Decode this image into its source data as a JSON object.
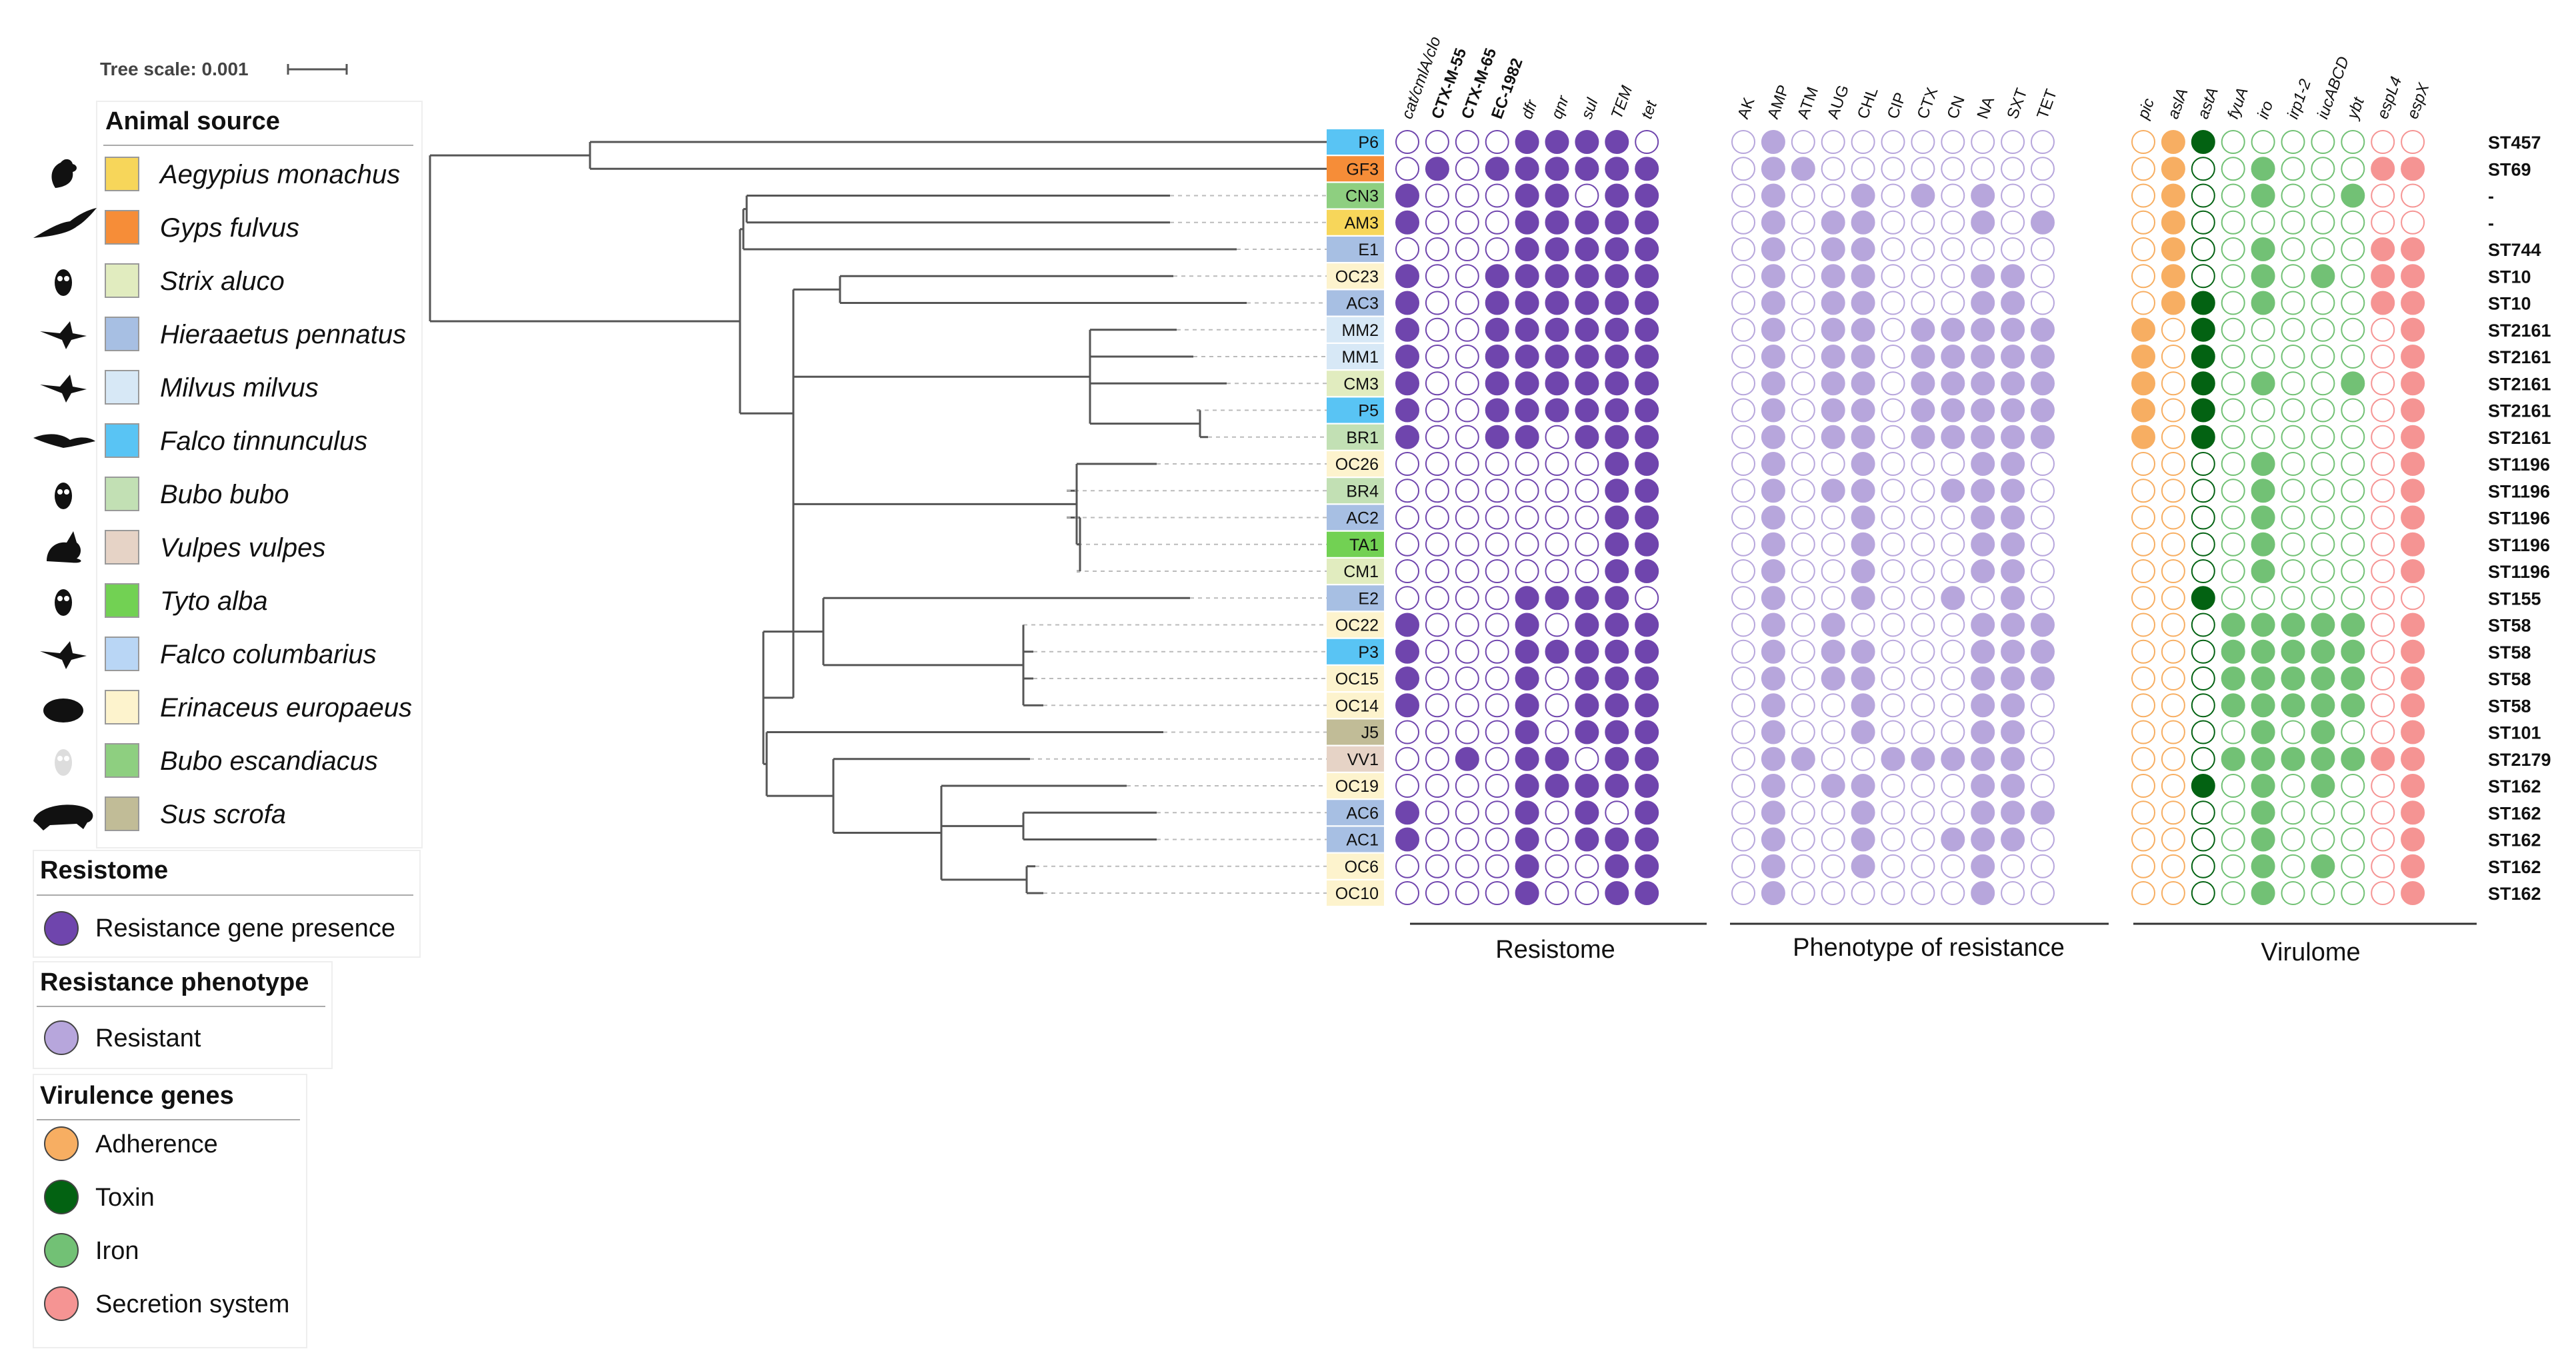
{
  "tree_scale": "Tree scale: 0.001",
  "animal_source": {
    "title": "Animal source",
    "items": [
      {
        "name": "Aegypius monachus",
        "color": "#f7d65a",
        "icon": "vulture-silhouette-icon"
      },
      {
        "name": "Gyps fulvus",
        "color": "#f68d38",
        "icon": "soaring-vulture-icon"
      },
      {
        "name": "Strix aluco",
        "color": "#e1ecbf",
        "icon": "owl-icon"
      },
      {
        "name": "Hieraaetus pennatus",
        "color": "#a7bfe3",
        "icon": "eagle-icon"
      },
      {
        "name": "Milvus milvus",
        "color": "#d7e8f6",
        "icon": "kite-icon"
      },
      {
        "name": "Falco tinnunculus",
        "color": "#59c4f4",
        "icon": "falcon-icon"
      },
      {
        "name": "Bubo bubo",
        "color": "#c2e0b4",
        "icon": "eagle-owl-icon"
      },
      {
        "name": "Vulpes vulpes",
        "color": "#e6d3c6",
        "icon": "fox-icon"
      },
      {
        "name": "Tyto alba",
        "color": "#72d153",
        "icon": "barn-owl-icon"
      },
      {
        "name": "Falco columbarius",
        "color": "#b9d6f5",
        "icon": "merlin-icon"
      },
      {
        "name": "Erinaceus europaeus",
        "color": "#fdf3cd",
        "icon": "hedgehog-icon"
      },
      {
        "name": "Bubo escandiacus",
        "color": "#8ecf80",
        "icon": "snowy-owl-icon"
      },
      {
        "name": "Sus scrofa",
        "color": "#c1bc97",
        "icon": "boar-icon"
      }
    ]
  },
  "resistome_legend": {
    "title": "Resistome",
    "item": "Resistance gene presence",
    "color": "#6f45ad"
  },
  "phenotype_legend": {
    "title": "Resistance phenotype",
    "item": "Resistant",
    "color": "#b7a6dc"
  },
  "virulence_legend": {
    "title": "Virulence genes",
    "items": [
      {
        "label": "Adherence",
        "color": "#f7ae62"
      },
      {
        "label": "Toxin",
        "color": "#036212"
      },
      {
        "label": "Iron",
        "color": "#72c175"
      },
      {
        "label": "Secretion system",
        "color": "#f59493"
      }
    ]
  },
  "groups": {
    "resistome": "Resistome",
    "phenotype": "Phenotype of resistance",
    "virulome": "Virulome"
  },
  "columns": {
    "resistome": [
      "cat/cmlA/clo",
      "CTX-M-55",
      "CTX-M-65",
      "EC-1982",
      "dfr",
      "qnr",
      "sul",
      "TEM",
      "tet"
    ],
    "phenotype": [
      "AK",
      "AMP",
      "ATM",
      "AUG",
      "CHL",
      "CIP",
      "CTX",
      "CN",
      "NA",
      "SXT",
      "TET"
    ],
    "virulome": [
      "pic",
      "aslA",
      "astA",
      "fyuA",
      "iro",
      "irp1-2",
      "iucABCD",
      "ybt",
      "espL4",
      "espX"
    ],
    "virulome_types": [
      "Adherence",
      "Adherence",
      "Toxin",
      "Iron",
      "Iron",
      "Iron",
      "Iron",
      "Iron",
      "Secretion system",
      "Secretion system"
    ]
  },
  "isolates": [
    {
      "id": "P6",
      "host": "Falco tinnunculus",
      "st": "ST457",
      "res": "000011110",
      "phe": "01000000000",
      "vir": "0110000000"
    },
    {
      "id": "GF3",
      "host": "Gyps fulvus",
      "st": "ST69",
      "res": "010111111",
      "phe": "01100000000",
      "vir": "0100100011"
    },
    {
      "id": "CN3",
      "host": "Bubo escandiacus",
      "st": "-",
      "res": "100011011",
      "phe": "01001010100",
      "vir": "0100100100"
    },
    {
      "id": "AM3",
      "host": "Aegypius monachus",
      "st": "-",
      "res": "100011111",
      "phe": "01011000101",
      "vir": "0100000000"
    },
    {
      "id": "E1",
      "host": "Hieraaetus pennatus",
      "st": "ST744",
      "res": "000011111",
      "phe": "01011000000",
      "vir": "0100100011"
    },
    {
      "id": "OC23",
      "host": "Erinaceus europaeus",
      "st": "ST10",
      "res": "100111111",
      "phe": "01011000110",
      "vir": "0100101011"
    },
    {
      "id": "AC3",
      "host": "Hieraaetus pennatus",
      "st": "ST10",
      "res": "100111111",
      "phe": "01011000110",
      "vir": "0110100011"
    },
    {
      "id": "MM2",
      "host": "Milvus milvus",
      "st": "ST2161",
      "res": "100111111",
      "phe": "01011011111",
      "vir": "1010000001"
    },
    {
      "id": "MM1",
      "host": "Milvus milvus",
      "st": "ST2161",
      "res": "100111111",
      "phe": "01011011111",
      "vir": "1010000001"
    },
    {
      "id": "CM3",
      "host": "Strix aluco",
      "st": "ST2161",
      "res": "100111111",
      "phe": "01011011111",
      "vir": "1010100101"
    },
    {
      "id": "P5",
      "host": "Falco tinnunculus",
      "st": "ST2161",
      "res": "100111111",
      "phe": "01011011111",
      "vir": "1010000001"
    },
    {
      "id": "BR1",
      "host": "Bubo bubo",
      "st": "ST2161",
      "res": "100110111",
      "phe": "01011011111",
      "vir": "1010000001"
    },
    {
      "id": "OC26",
      "host": "Erinaceus europaeus",
      "st": "ST1196",
      "res": "000000011",
      "phe": "01001000110",
      "vir": "0000100001"
    },
    {
      "id": "BR4",
      "host": "Bubo bubo",
      "st": "ST1196",
      "res": "000000011",
      "phe": "01011001110",
      "vir": "0000100001"
    },
    {
      "id": "AC2",
      "host": "Hieraaetus pennatus",
      "st": "ST1196",
      "res": "000000011",
      "phe": "01001000110",
      "vir": "0000100001"
    },
    {
      "id": "TA1",
      "host": "Tyto alba",
      "st": "ST1196",
      "res": "000000011",
      "phe": "01001000110",
      "vir": "0000100001"
    },
    {
      "id": "CM1",
      "host": "Strix aluco",
      "st": "ST1196",
      "res": "000000011",
      "phe": "01001000110",
      "vir": "0000100001"
    },
    {
      "id": "E2",
      "host": "Hieraaetus pennatus",
      "st": "ST155",
      "res": "000011110",
      "phe": "01001001010",
      "vir": "0010000000"
    },
    {
      "id": "OC22",
      "host": "Erinaceus europaeus",
      "st": "ST58",
      "res": "100010111",
      "phe": "01010000111",
      "vir": "0001111101"
    },
    {
      "id": "P3",
      "host": "Falco tinnunculus",
      "st": "ST58",
      "res": "100011111",
      "phe": "01011000111",
      "vir": "0001111101"
    },
    {
      "id": "OC15",
      "host": "Erinaceus europaeus",
      "st": "ST58",
      "res": "100010111",
      "phe": "01011000111",
      "vir": "0001111101"
    },
    {
      "id": "OC14",
      "host": "Erinaceus europaeus",
      "st": "ST58",
      "res": "100010111",
      "phe": "01001000110",
      "vir": "0001111101"
    },
    {
      "id": "J5",
      "host": "Sus scrofa",
      "st": "ST101",
      "res": "000010111",
      "phe": "01001000110",
      "vir": "0000101001"
    },
    {
      "id": "VV1",
      "host": "Vulpes vulpes",
      "st": "ST2179",
      "res": "001011011",
      "phe": "01100111110",
      "vir": "0001111111"
    },
    {
      "id": "OC19",
      "host": "Erinaceus europaeus",
      "st": "ST162",
      "res": "000011111",
      "phe": "01011000110",
      "vir": "0010101001"
    },
    {
      "id": "AC6",
      "host": "Hieraaetus pennatus",
      "st": "ST162",
      "res": "100010101",
      "phe": "01001000111",
      "vir": "0000100001"
    },
    {
      "id": "AC1",
      "host": "Hieraaetus pennatus",
      "st": "ST162",
      "res": "100010111",
      "phe": "01001001110",
      "vir": "0000100001"
    },
    {
      "id": "OC6",
      "host": "Erinaceus europaeus",
      "st": "ST162",
      "res": "000010011",
      "phe": "01001000100",
      "vir": "0000101001"
    },
    {
      "id": "OC10",
      "host": "Erinaceus europaeus",
      "st": "ST162",
      "res": "000010011",
      "phe": "01000000100",
      "vir": "0000100001"
    }
  ]
}
